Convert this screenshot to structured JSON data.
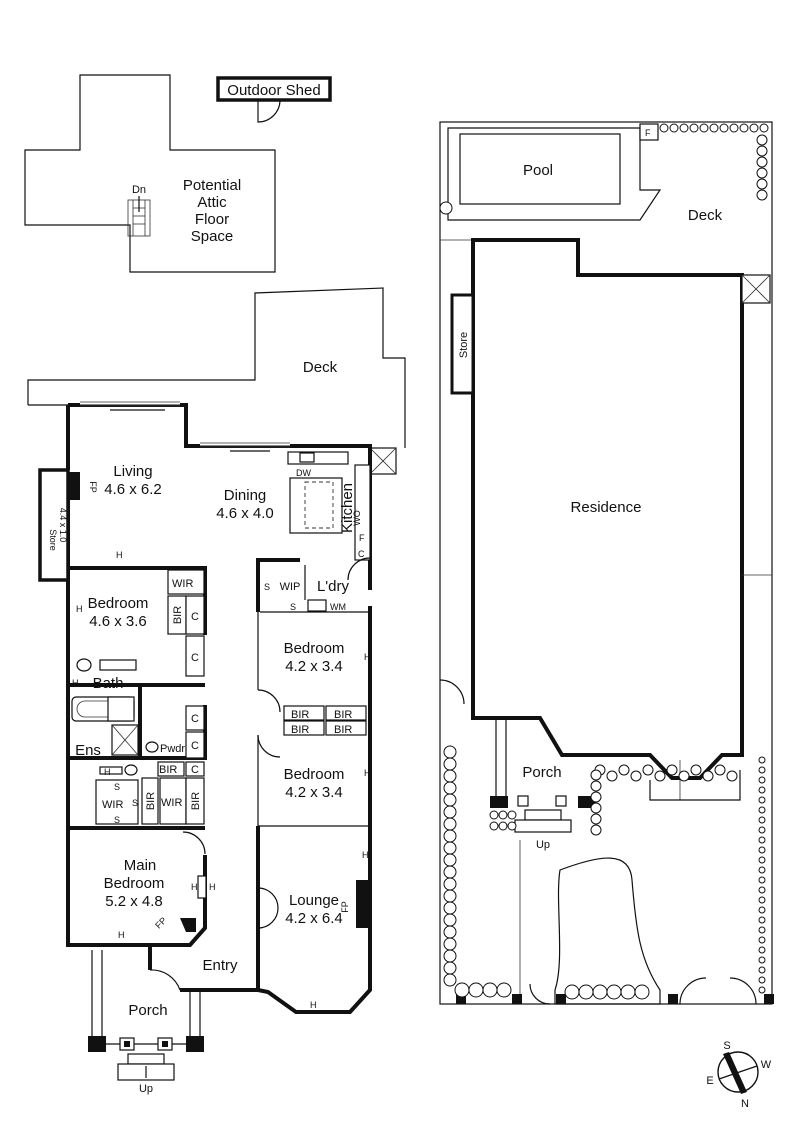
{
  "attic": {
    "outdoor_shed": "Outdoor Shed",
    "label_line1": "Potential",
    "label_line2": "Attic",
    "label_line3": "Floor",
    "label_line4": "Space",
    "stair_dn": "Dn"
  },
  "house": {
    "deck": "Deck",
    "living": "Living",
    "living_size": "4.6 x 6.2",
    "dining": "Dining",
    "dining_size": "4.6 x 4.0",
    "kitchen": "Kitchen",
    "store": "Store",
    "store_size": "4.4 x 1.0",
    "fp_living": "FP",
    "fp_lounge": "FP",
    "fp_main": "FP",
    "dw": "DW",
    "wo": "WO",
    "f": "F",
    "c": "C",
    "s": "S",
    "h": "H",
    "wm": "WM",
    "wip": "WIP",
    "laundry": "L'dry",
    "wir": "WIR",
    "bir": "BIR",
    "bedroom_left": "Bedroom",
    "bedroom_left_size": "4.6 x 3.6",
    "bath": "Bath",
    "ens": "Ens",
    "pwdr": "Pwdr",
    "bedroom2": "Bedroom",
    "bedroom2_size": "4.2 x 3.4",
    "bedroom3": "Bedroom",
    "bedroom3_size": "4.2 x 3.4",
    "main_bedroom_line1": "Main",
    "main_bedroom_line2": "Bedroom",
    "main_bedroom_size": "5.2 x 4.8",
    "lounge": "Lounge",
    "lounge_size": "4.2 x 6.4",
    "entry": "Entry",
    "porch": "Porch",
    "up": "Up"
  },
  "site": {
    "pool": "Pool",
    "deck": "Deck",
    "store": "Store",
    "residence": "Residence",
    "porch": "Porch",
    "up": "Up",
    "f": "F"
  },
  "compass": {
    "s": "S",
    "w": "W",
    "e": "E",
    "n": "N"
  }
}
